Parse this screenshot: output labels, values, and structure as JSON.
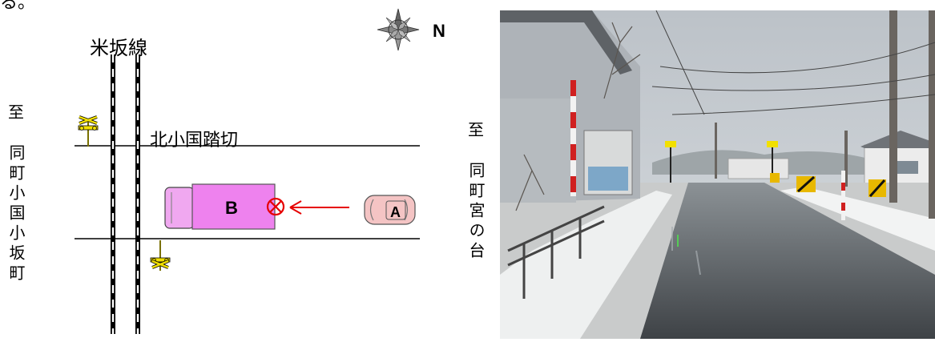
{
  "top_fragment": "る。",
  "railway_line_label": "米坂線",
  "crossing_label": "北小国踏切",
  "left_destination": {
    "mark": "至",
    "name": "同町小国小坂町"
  },
  "right_destination": {
    "mark": "至",
    "name": "同町宮の台"
  },
  "compass_label": "N",
  "vehicle_b_label": "B",
  "vehicle_a_label": "A",
  "colors": {
    "truck_body": "#EE82EE",
    "truck_cab": "#F0A8F0",
    "car_a": "#F4C4C4",
    "arrow": "#E60000",
    "collision_mark": "#E60000",
    "signal": "#F2E000",
    "rail": "#000000"
  },
  "icons": [
    "compass-rose-icon",
    "crossing-signal-icon",
    "collision-mark-icon",
    "direction-arrow-icon"
  ]
}
